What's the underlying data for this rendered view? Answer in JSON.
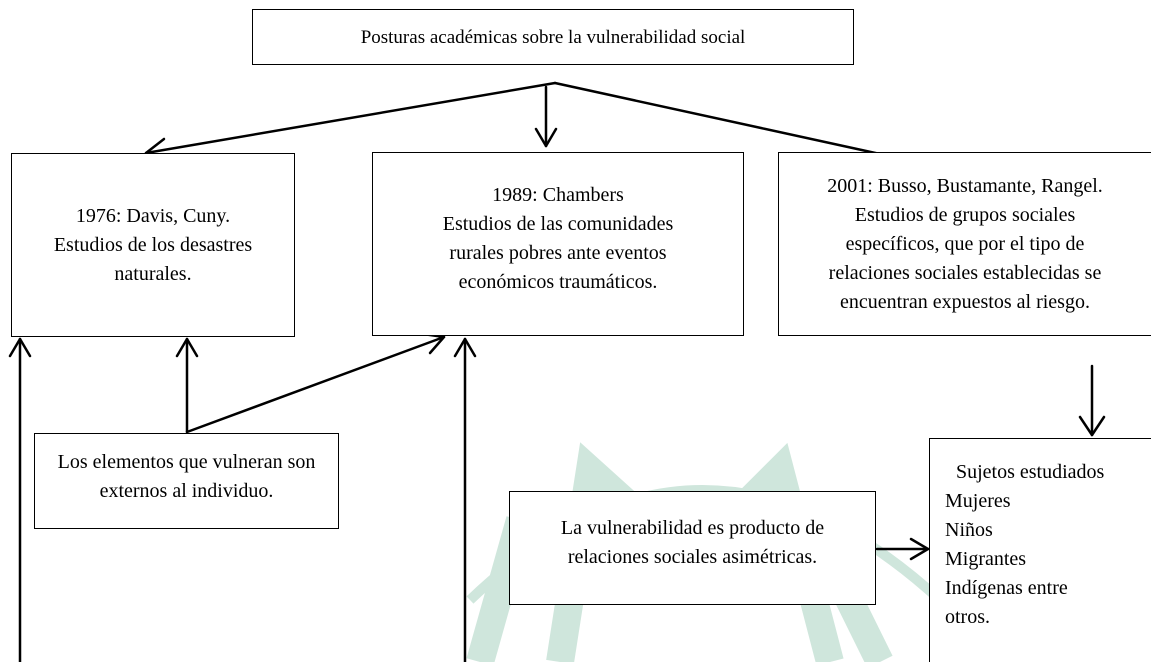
{
  "diagram": {
    "title": "Posturas académicas sobre la vulnerabilidad social",
    "davis": {
      "lines": [
        "1976: Davis, Cuny.",
        "Estudios de los desastres",
        "naturales."
      ]
    },
    "chambers": {
      "lines": [
        "1989: Chambers",
        "Estudios de las comunidades",
        "rurales pobres ante eventos",
        "económicos traumáticos."
      ]
    },
    "busso": {
      "lines": [
        "2001: Busso, Bustamante, Rangel.",
        "Estudios de grupos sociales",
        "específicos, que por el tipo de",
        "relaciones sociales establecidas se",
        "encuentran expuestos al riesgo."
      ]
    },
    "externos": {
      "lines": [
        "Los elementos que vulneran son",
        "externos al individuo."
      ]
    },
    "asimetricas": {
      "lines": [
        "La vulnerabilidad es producto de",
        "relaciones sociales asimétricas."
      ]
    },
    "sujetos": {
      "heading": "Sujetos estudiados",
      "items": [
        "Mujeres",
        "Niños",
        "Migrantes",
        "Indígenas entre",
        "otros."
      ]
    }
  },
  "colors": {
    "line": "#000000",
    "watermark": "#cfe6dc"
  }
}
